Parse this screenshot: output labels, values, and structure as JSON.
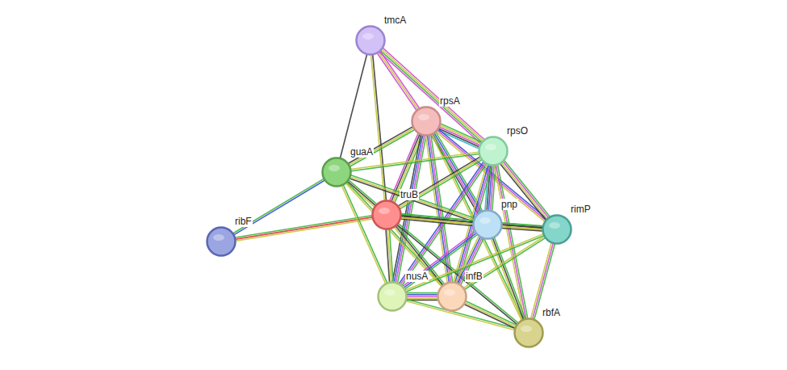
{
  "diagram": {
    "nodes": [
      {
        "text": [
          "tmcA"
        ]
      },
      {
        "text": [
          "rpsA"
        ]
      },
      {
        "text": [
          "rpsO"
        ]
      },
      {
        "text": [
          "guaA"
        ]
      },
      {
        "text": [
          "truB"
        ]
      },
      {
        "text": [
          "pnp"
        ]
      },
      {
        "text": [
          "rimP"
        ]
      },
      {
        "text": [
          "ribF"
        ]
      },
      {
        "text": [
          "nusA"
        ]
      },
      {
        "text": [
          "infB"
        ]
      },
      {
        "text": [
          "rbfA"
        ]
      }
    ],
    "edges": [
      {
        "from": 0,
        "to": 3,
        "arrow": "none"
      },
      {
        "from": 0,
        "to": 4,
        "arrow": "none"
      },
      {
        "from": 0,
        "to": 1,
        "arrow": "none"
      },
      {
        "from": 0,
        "to": 2,
        "arrow": "none"
      },
      {
        "from": 7,
        "to": 3,
        "arrow": "none"
      },
      {
        "from": 7,
        "to": 4,
        "arrow": "none"
      },
      {
        "from": 1,
        "to": 2,
        "arrow": "none"
      },
      {
        "from": 1,
        "to": 3,
        "arrow": "none"
      },
      {
        "from": 1,
        "to": 4,
        "arrow": "none"
      },
      {
        "from": 1,
        "to": 5,
        "arrow": "none"
      },
      {
        "from": 1,
        "to": 6,
        "arrow": "none"
      },
      {
        "from": 1,
        "to": 8,
        "arrow": "none"
      },
      {
        "from": 1,
        "to": 9,
        "arrow": "none"
      },
      {
        "from": 1,
        "to": 10,
        "arrow": "none"
      },
      {
        "from": 2,
        "to": 3,
        "arrow": "none"
      },
      {
        "from": 2,
        "to": 4,
        "arrow": "none"
      },
      {
        "from": 2,
        "to": 5,
        "arrow": "none"
      },
      {
        "from": 2,
        "to": 6,
        "arrow": "none"
      },
      {
        "from": 2,
        "to": 8,
        "arrow": "none"
      },
      {
        "from": 2,
        "to": 9,
        "arrow": "none"
      },
      {
        "from": 2,
        "to": 10,
        "arrow": "none"
      },
      {
        "from": 3,
        "to": 4,
        "arrow": "none"
      },
      {
        "from": 3,
        "to": 5,
        "arrow": "none"
      },
      {
        "from": 3,
        "to": 8,
        "arrow": "none"
      },
      {
        "from": 3,
        "to": 9,
        "arrow": "none"
      },
      {
        "from": 4,
        "to": 5,
        "arrow": "none"
      },
      {
        "from": 4,
        "to": 6,
        "arrow": "none"
      },
      {
        "from": 4,
        "to": 8,
        "arrow": "none"
      },
      {
        "from": 4,
        "to": 9,
        "arrow": "none"
      },
      {
        "from": 4,
        "to": 10,
        "arrow": "none"
      },
      {
        "from": 5,
        "to": 6,
        "arrow": "none"
      },
      {
        "from": 5,
        "to": 8,
        "arrow": "none"
      },
      {
        "from": 5,
        "to": 9,
        "arrow": "none"
      },
      {
        "from": 5,
        "to": 10,
        "arrow": "none"
      },
      {
        "from": 6,
        "to": 8,
        "arrow": "none"
      },
      {
        "from": 6,
        "to": 9,
        "arrow": "none"
      },
      {
        "from": 6,
        "to": 10,
        "arrow": "none"
      },
      {
        "from": 8,
        "to": 9,
        "arrow": "none"
      },
      {
        "from": 8,
        "to": 10,
        "arrow": "none"
      },
      {
        "from": 9,
        "to": 10,
        "arrow": "none"
      }
    ]
  }
}
